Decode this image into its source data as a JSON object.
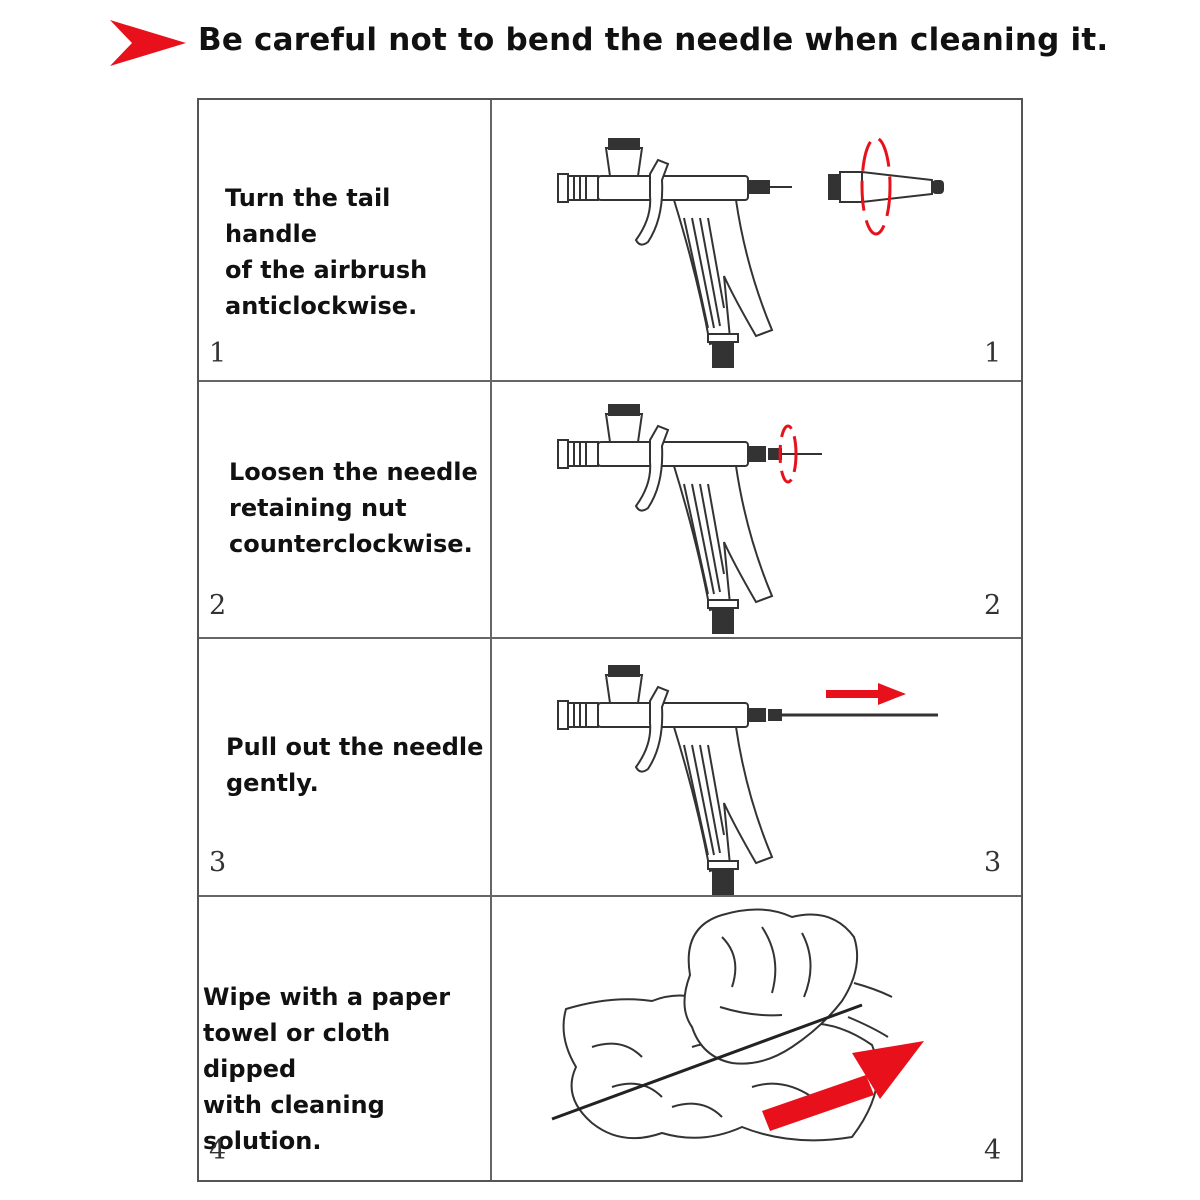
{
  "header": {
    "title": "Be careful not to bend the needle when cleaning it.",
    "arrow_color": "#e8101a"
  },
  "steps": [
    {
      "number": "1",
      "lines": [
        "Turn the tail handle",
        "of the airbrush",
        "anticlockwise."
      ]
    },
    {
      "number": "2",
      "lines": [
        "Loosen the needle",
        "retaining nut",
        "counterclockwise."
      ]
    },
    {
      "number": "3",
      "lines": [
        "Pull out the needle",
        "gently."
      ]
    },
    {
      "number": "4",
      "lines": [
        "Wipe with a paper",
        "towel or cloth dipped",
        "with cleaning solution."
      ]
    }
  ],
  "colors": {
    "accent": "#e8101a",
    "line": "#333333",
    "grid": "#666666"
  }
}
